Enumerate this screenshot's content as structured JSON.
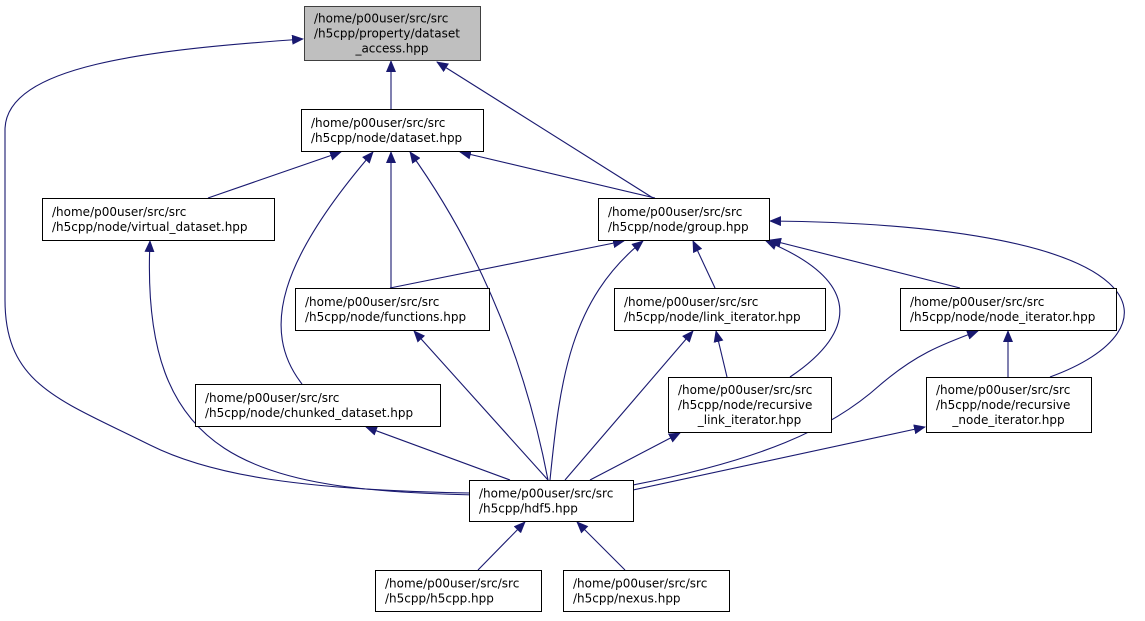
{
  "colors": {
    "edge": "#191970",
    "root_fill": "#bfbfbf",
    "node_fill": "#ffffff",
    "border": "#000000"
  },
  "nodes": [
    {
      "id": "dataset_access",
      "lines": [
        "/home/p00user/src/src",
        "/h5cpp/property/dataset",
        "_access.hpp"
      ],
      "root": true
    },
    {
      "id": "dataset",
      "lines": [
        "/home/p00user/src/src",
        "/h5cpp/node/dataset.hpp"
      ]
    },
    {
      "id": "virtual_dataset",
      "lines": [
        "/home/p00user/src/src",
        "/h5cpp/node/virtual_dataset.hpp"
      ]
    },
    {
      "id": "group",
      "lines": [
        "/home/p00user/src/src",
        "/h5cpp/node/group.hpp"
      ]
    },
    {
      "id": "functions",
      "lines": [
        "/home/p00user/src/src",
        "/h5cpp/node/functions.hpp"
      ]
    },
    {
      "id": "link_iterator",
      "lines": [
        "/home/p00user/src/src",
        "/h5cpp/node/link_iterator.hpp"
      ]
    },
    {
      "id": "node_iterator",
      "lines": [
        "/home/p00user/src/src",
        "/h5cpp/node/node_iterator.hpp"
      ]
    },
    {
      "id": "chunked_dataset",
      "lines": [
        "/home/p00user/src/src",
        "/h5cpp/node/chunked_dataset.hpp"
      ]
    },
    {
      "id": "recursive_link_iterator",
      "lines": [
        "/home/p00user/src/src",
        "/h5cpp/node/recursive",
        "_link_iterator.hpp"
      ]
    },
    {
      "id": "recursive_node_iterator",
      "lines": [
        "/home/p00user/src/src",
        "/h5cpp/node/recursive",
        "_node_iterator.hpp"
      ]
    },
    {
      "id": "hdf5",
      "lines": [
        "/home/p00user/src/src",
        "/h5cpp/hdf5.hpp"
      ]
    },
    {
      "id": "h5cpp",
      "lines": [
        "/home/p00user/src/src",
        "/h5cpp/h5cpp.hpp"
      ]
    },
    {
      "id": "nexus",
      "lines": [
        "/home/p00user/src/src",
        "/h5cpp/nexus.hpp"
      ]
    }
  ],
  "edges": [
    {
      "from": "dataset",
      "to": "dataset_access"
    },
    {
      "from": "group",
      "to": "dataset_access"
    },
    {
      "from": "hdf5",
      "to": "dataset_access"
    },
    {
      "from": "virtual_dataset",
      "to": "dataset"
    },
    {
      "from": "functions",
      "to": "dataset"
    },
    {
      "from": "chunked_dataset",
      "to": "dataset"
    },
    {
      "from": "hdf5",
      "to": "dataset"
    },
    {
      "from": "group",
      "to": "dataset"
    },
    {
      "from": "functions",
      "to": "group"
    },
    {
      "from": "hdf5",
      "to": "group"
    },
    {
      "from": "link_iterator",
      "to": "group"
    },
    {
      "from": "recursive_link_iterator",
      "to": "group"
    },
    {
      "from": "node_iterator",
      "to": "group"
    },
    {
      "from": "recursive_node_iterator",
      "to": "group"
    },
    {
      "from": "hdf5",
      "to": "virtual_dataset"
    },
    {
      "from": "hdf5",
      "to": "functions"
    },
    {
      "from": "hdf5",
      "to": "chunked_dataset"
    },
    {
      "from": "hdf5",
      "to": "link_iterator"
    },
    {
      "from": "hdf5",
      "to": "recursive_link_iterator"
    },
    {
      "from": "hdf5",
      "to": "recursive_node_iterator"
    },
    {
      "from": "hdf5",
      "to": "node_iterator"
    },
    {
      "from": "recursive_link_iterator",
      "to": "link_iterator"
    },
    {
      "from": "recursive_node_iterator",
      "to": "node_iterator"
    },
    {
      "from": "h5cpp",
      "to": "hdf5"
    },
    {
      "from": "nexus",
      "to": "hdf5"
    }
  ]
}
